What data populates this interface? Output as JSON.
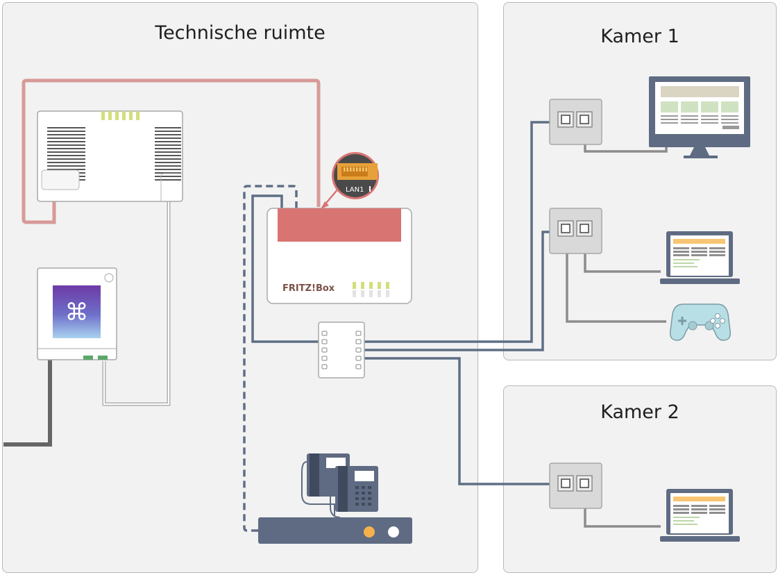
{
  "rooms": {
    "technical": {
      "title": "Technische ruimte"
    },
    "room1": {
      "title": "Kamer 1"
    },
    "room2": {
      "title": "Kamer 2"
    }
  },
  "router": {
    "brand": "FRITZ!Box",
    "lan_port_label": "LAN1"
  },
  "colors": {
    "router_top": "#d87472",
    "lan_badge_bg": "#4a4a4a",
    "lan_port": "#e8a13a",
    "network_cable": "#5e6e85",
    "power_cable_red": "#d79a98",
    "screen_green": "#cfe2c2",
    "screen_orange": "#f8c574",
    "room_background": "#f2f2f2"
  }
}
